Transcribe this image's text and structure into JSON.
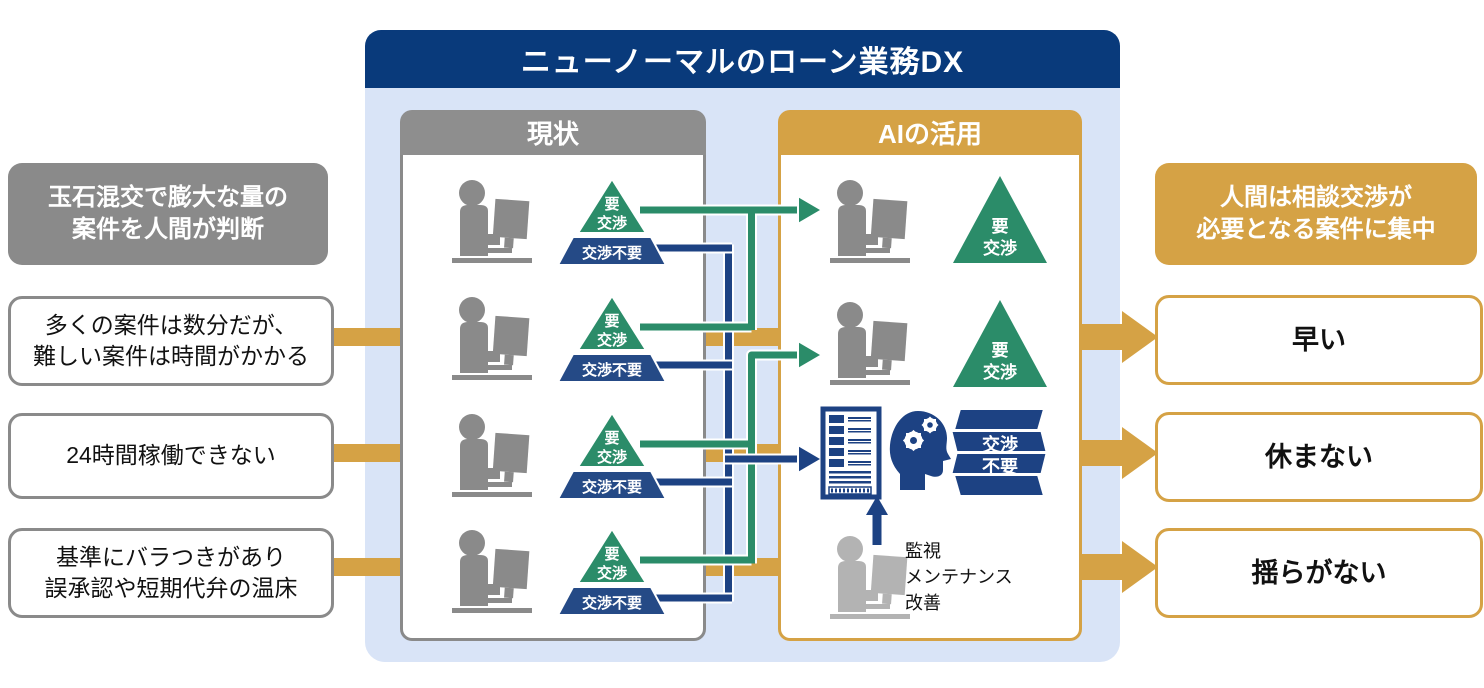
{
  "title": "ニューノーマルのローン業務DX",
  "panels": {
    "current": {
      "header": "現状"
    },
    "ai": {
      "header": "AIの活用"
    }
  },
  "left_boxes": [
    {
      "style": "filled-gray",
      "lines": [
        "玉石混交で膨大な量の",
        "案件を人間が判断"
      ]
    },
    {
      "style": "outline-gray",
      "lines": [
        "多くの案件は数分だが、",
        "難しい案件は時間がかかる"
      ]
    },
    {
      "style": "outline-gray",
      "lines": [
        "24時間稼働できない"
      ]
    },
    {
      "style": "outline-gray",
      "lines": [
        "基準にバラつきがあり",
        "誤承認や短期代弁の温床"
      ]
    }
  ],
  "right_boxes": [
    {
      "style": "filled-gold",
      "lines": [
        "人間は相談交渉が",
        "必要となる案件に集中"
      ]
    },
    {
      "style": "outline-gold",
      "lines": [
        "早い"
      ]
    },
    {
      "style": "outline-gold",
      "lines": [
        "休まない"
      ]
    },
    {
      "style": "outline-gold",
      "lines": [
        "揺らがない"
      ]
    }
  ],
  "labels": {
    "tri_need_1": "要",
    "tri_need_2": "交渉",
    "tri_no": "交渉不要",
    "stack_1": "交渉",
    "stack_2": "不要",
    "maint_1": "監視",
    "maint_2": "メンテナンス",
    "maint_3": "改善"
  },
  "colors": {
    "navy_header": "#093a7b",
    "light_blue_bg": "#d9e4f7",
    "gray": "#8a8a8a",
    "gold": "#d5a245",
    "green": "#2b8c69",
    "dark_blue": "#1d4283",
    "light_gray_person": "#b3b3b3"
  }
}
